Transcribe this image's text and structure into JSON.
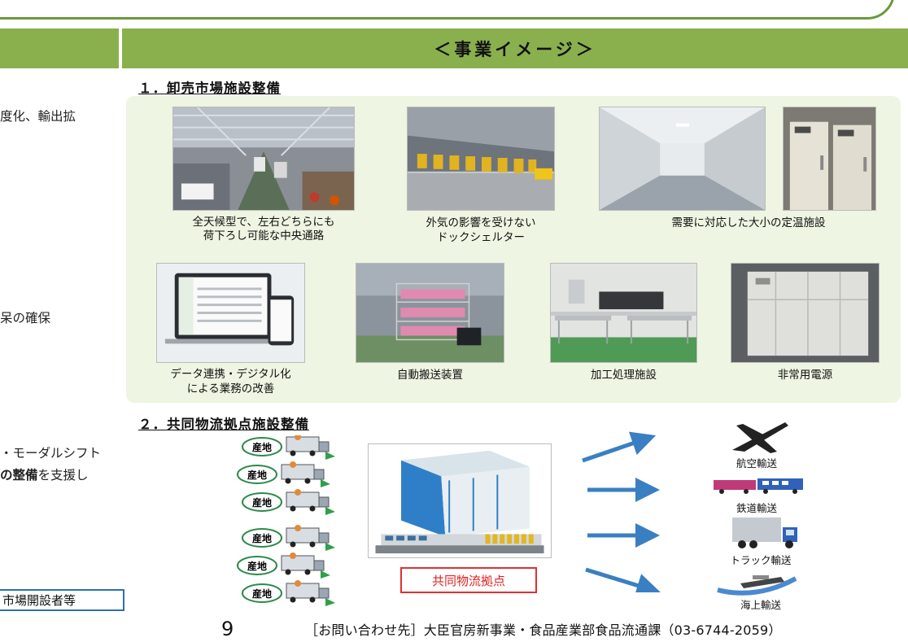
{
  "header": {
    "title": "＜事業イメージ＞"
  },
  "left": {
    "line1": "度化、輸出拡",
    "line2": "呆の確保",
    "line3": "・モーダルシフト",
    "line4_bold": "の整備",
    "line4_rest": "を支援し",
    "box": "市場開設者等"
  },
  "section1": {
    "title": "１．卸売市場施設整備",
    "captions": [
      "全天候型で、左右どちらにも",
      "荷下ろし可能な中央通路",
      "外気の影響を受けない",
      "ドックシェルター",
      "需要に対応した大小の定温施設",
      "データ連携・デジタル化",
      "による業務の改善",
      "自動搬送装置",
      "加工処理施設",
      "非常用電源"
    ]
  },
  "section2": {
    "title": "２．共同物流拠点施設整備",
    "origin_label": "産地",
    "hub_label": "共同物流拠点",
    "transports": [
      "航空輸送",
      "鉄道輸送",
      "トラック輸送",
      "海上輸送"
    ]
  },
  "footer": {
    "page": "9",
    "contact": "［お問い合わせ先］大臣官房新事業・食品産業部食品流通課（03-6744-2059）"
  },
  "colors": {
    "header_green": "#8ab04e",
    "panel_green": "#eef5e2",
    "hub_red": "#e02020",
    "box_blue": "#2f6fb0"
  }
}
